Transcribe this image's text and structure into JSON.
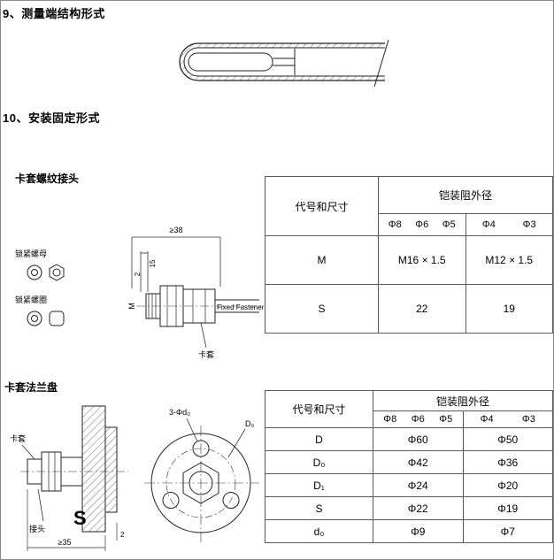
{
  "sections": {
    "measuring_end_title": "9、测量端结构形式",
    "mounting_title": "10、安装固定形式"
  },
  "joint": {
    "title": "卡套螺纹接头",
    "drawing": {
      "lock_nut_label": "锁紧螺母",
      "lock_ring_label": "锁紧螺圈",
      "dim_length": "≥38",
      "dim_15": "15",
      "dim_2": "2",
      "dim_thread": "M",
      "fixed_fastener": "Fixed Fastener",
      "ferrule_label": "卡套"
    },
    "table": {
      "col_header": "代号和尺寸",
      "group_header": "铠装阻外径",
      "sub1": [
        "Φ8",
        "Φ6",
        "Φ5"
      ],
      "sub2": [
        "Φ4",
        "Φ3"
      ],
      "rows": [
        {
          "name": "M",
          "v1": "M16 × 1.5",
          "v2": "M12 × 1.5"
        },
        {
          "name": "S",
          "v1": "22",
          "v2": "19"
        }
      ]
    }
  },
  "flange": {
    "title": "卡套法兰盘",
    "drawing": {
      "ferrule_label": "卡套",
      "joint_label": "接头",
      "s_label": "S",
      "dim_length": "≥35",
      "dim_2": "2",
      "holes_label": "3-Φd₀",
      "bolt_circle_label": "D₀"
    },
    "table": {
      "col_header": "代号和尺寸",
      "group_header": "铠装阻外径",
      "sub1": [
        "Φ8",
        "Φ6",
        "Φ5"
      ],
      "sub2": [
        "Φ4",
        "Φ3"
      ],
      "rows": [
        {
          "name": "D",
          "v1": "Φ60",
          "v2": "Φ50"
        },
        {
          "name": "D₀",
          "v1": "Φ42",
          "v2": "Φ36"
        },
        {
          "name": "D₁",
          "v1": "Φ24",
          "v2": "Φ20"
        },
        {
          "name": "S",
          "v1": "Φ22",
          "v2": "Φ19"
        },
        {
          "name": "d₀",
          "v1": "Φ9",
          "v2": "Φ7"
        }
      ]
    }
  }
}
